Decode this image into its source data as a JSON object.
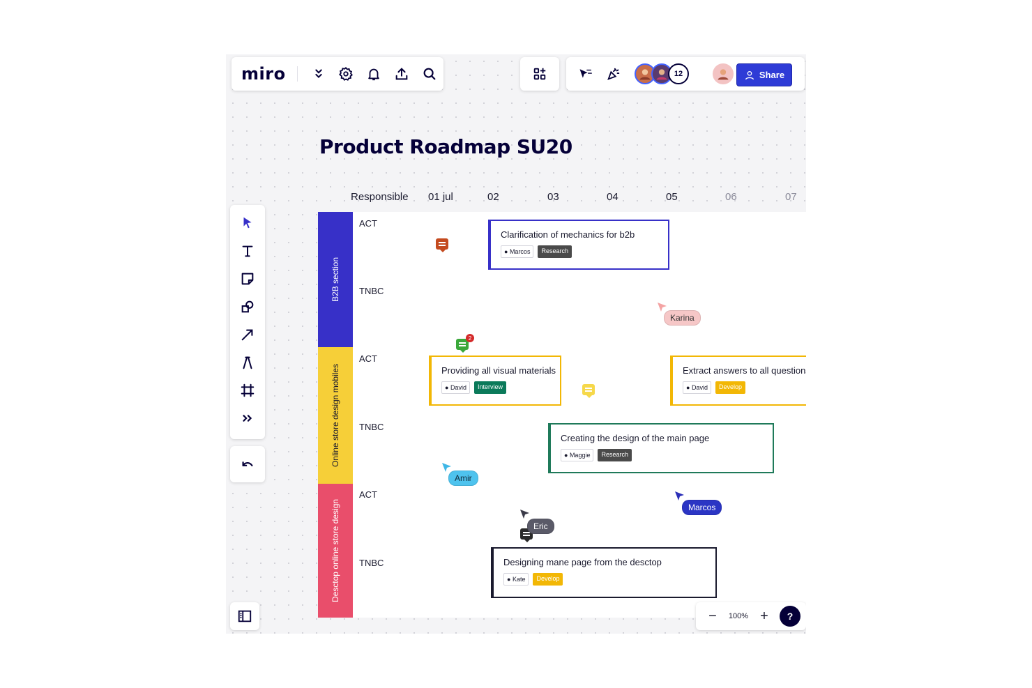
{
  "app": {
    "logo": "miro",
    "share_label": "Share",
    "participant_count": "12",
    "board_title": "Product Roadmap SU20"
  },
  "colors": {
    "accent": "#2e3bd6",
    "lane_blue": "#3730c8",
    "lane_yellow": "#f6cf38",
    "lane_red": "#e94e6b",
    "tag_research": "#4a4a4a",
    "tag_interview": "#0b7a5a",
    "tag_develop": "#f2b705"
  },
  "icons": {
    "topbar": [
      "chevron-double-down-icon",
      "gear-icon",
      "bell-icon",
      "upload-icon",
      "search-icon"
    ],
    "apps": "apps-icon",
    "collab": [
      "pointer-arrows-icon",
      "celebrate-icon"
    ],
    "tools": [
      "select-arrow-icon",
      "text-icon",
      "sticky-note-icon",
      "shapes-icon",
      "arrow-line-icon",
      "pen-icon",
      "frame-icon",
      "more-tools-icon"
    ],
    "undo": "undo-icon",
    "frames": "frames-panel-icon"
  },
  "columns": {
    "responsible": "Responsible",
    "c1": "01 jul",
    "c2": "02",
    "c3": "03",
    "c4": "04",
    "c5": "05",
    "c6": "06",
    "c7": "07"
  },
  "lanes": {
    "b2b": "B2B section",
    "mobile": "Online store design mobiles",
    "desktop": "Desctop online store design"
  },
  "rows": {
    "r1": "ACT",
    "r2": "TNBC",
    "r3": "ACT",
    "r4": "TNBC",
    "r5": "ACT",
    "r6": "TNBC"
  },
  "cards": {
    "c1": {
      "text": "Clarification of mechanics for b2b",
      "person": "Marcos",
      "tag": "Research"
    },
    "c2": {
      "text": "Providing all visual materials",
      "person": "David",
      "tag": "Interview"
    },
    "c3": {
      "text": "Extract answers to all questions",
      "person": "David",
      "tag": "Develop"
    },
    "c4": {
      "text": "Creating the design of the main page",
      "person": "Maggie",
      "tag": "Research"
    },
    "c5": {
      "text": "Designing mane page from the desctop",
      "person": "Kate",
      "tag": "Develop"
    }
  },
  "comments": {
    "unread_badge": "2"
  },
  "cursors": {
    "karina": "Karina",
    "amir": "Amir",
    "eric": "Eric",
    "marcos": "Marcos"
  },
  "zoom": {
    "level": "100%",
    "minus": "−",
    "plus": "+",
    "help": "?"
  }
}
